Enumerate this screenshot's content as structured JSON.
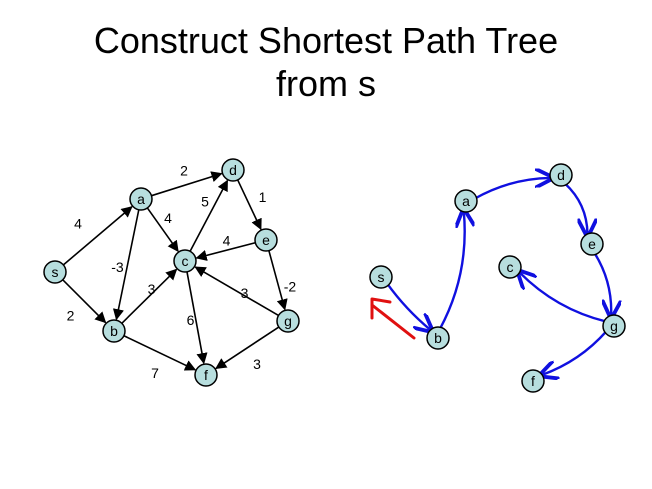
{
  "title": {
    "line1": "Construct Shortest Path Tree",
    "line2": "from s"
  },
  "colors": {
    "node_fill": "#b7dede",
    "node_stroke": "#000000",
    "edge": "#000000",
    "tree_edge": "#1010e0",
    "pointer": "#e01010"
  },
  "graph": {
    "nodes": [
      "s",
      "a",
      "b",
      "c",
      "d",
      "e",
      "f",
      "g"
    ],
    "edges": [
      {
        "from": "s",
        "to": "a",
        "weight": "4"
      },
      {
        "from": "s",
        "to": "b",
        "weight": "2"
      },
      {
        "from": "a",
        "to": "d",
        "weight": "2"
      },
      {
        "from": "a",
        "to": "c",
        "weight": "4"
      },
      {
        "from": "a",
        "to": "b",
        "weight": "-3"
      },
      {
        "from": "b",
        "to": "c",
        "weight": "3"
      },
      {
        "from": "b",
        "to": "f",
        "weight": "7"
      },
      {
        "from": "c",
        "to": "d",
        "weight": "5"
      },
      {
        "from": "c",
        "to": "f",
        "weight": "6"
      },
      {
        "from": "d",
        "to": "e",
        "weight": "1"
      },
      {
        "from": "e",
        "to": "c",
        "weight": "4"
      },
      {
        "from": "e",
        "to": "g",
        "weight": "-2"
      },
      {
        "from": "g",
        "to": "c",
        "weight": "3"
      },
      {
        "from": "g",
        "to": "f",
        "weight": "3"
      }
    ]
  },
  "tree": {
    "nodes": [
      "s",
      "a",
      "b",
      "c",
      "d",
      "e",
      "f",
      "g"
    ],
    "edges": [
      {
        "from": "s",
        "to": "b"
      },
      {
        "from": "b",
        "to": "a"
      },
      {
        "from": "a",
        "to": "d"
      },
      {
        "from": "d",
        "to": "e"
      },
      {
        "from": "e",
        "to": "g"
      },
      {
        "from": "g",
        "to": "c"
      },
      {
        "from": "g",
        "to": "f"
      }
    ]
  }
}
